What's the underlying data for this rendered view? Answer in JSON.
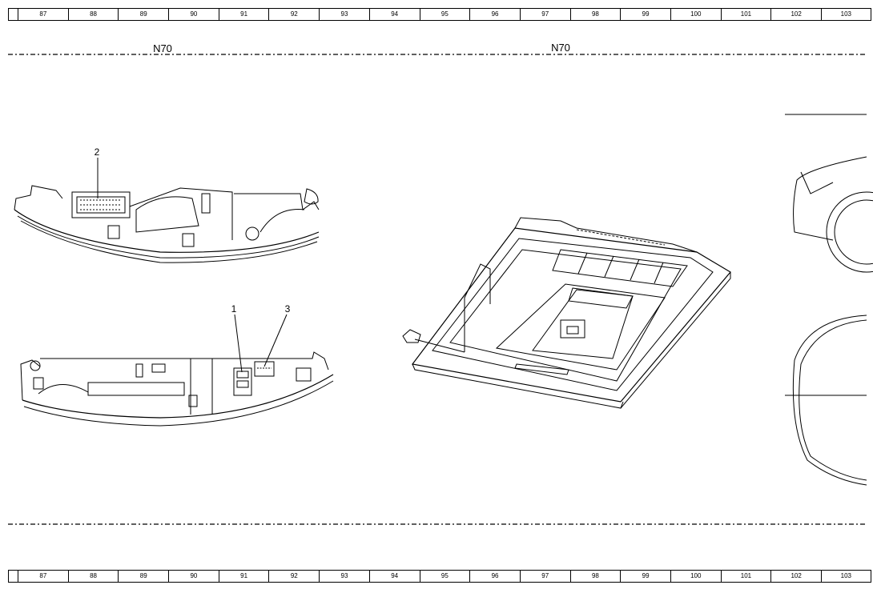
{
  "grid_columns": [
    "87",
    "88",
    "89",
    "90",
    "91",
    "92",
    "93",
    "94",
    "95",
    "96",
    "97",
    "98",
    "99",
    "100",
    "101",
    "102",
    "103"
  ],
  "section_labels": {
    "left_component": "N70",
    "right_component": "N70"
  },
  "callouts": {
    "c1": "1",
    "c2": "2",
    "c3": "3"
  }
}
